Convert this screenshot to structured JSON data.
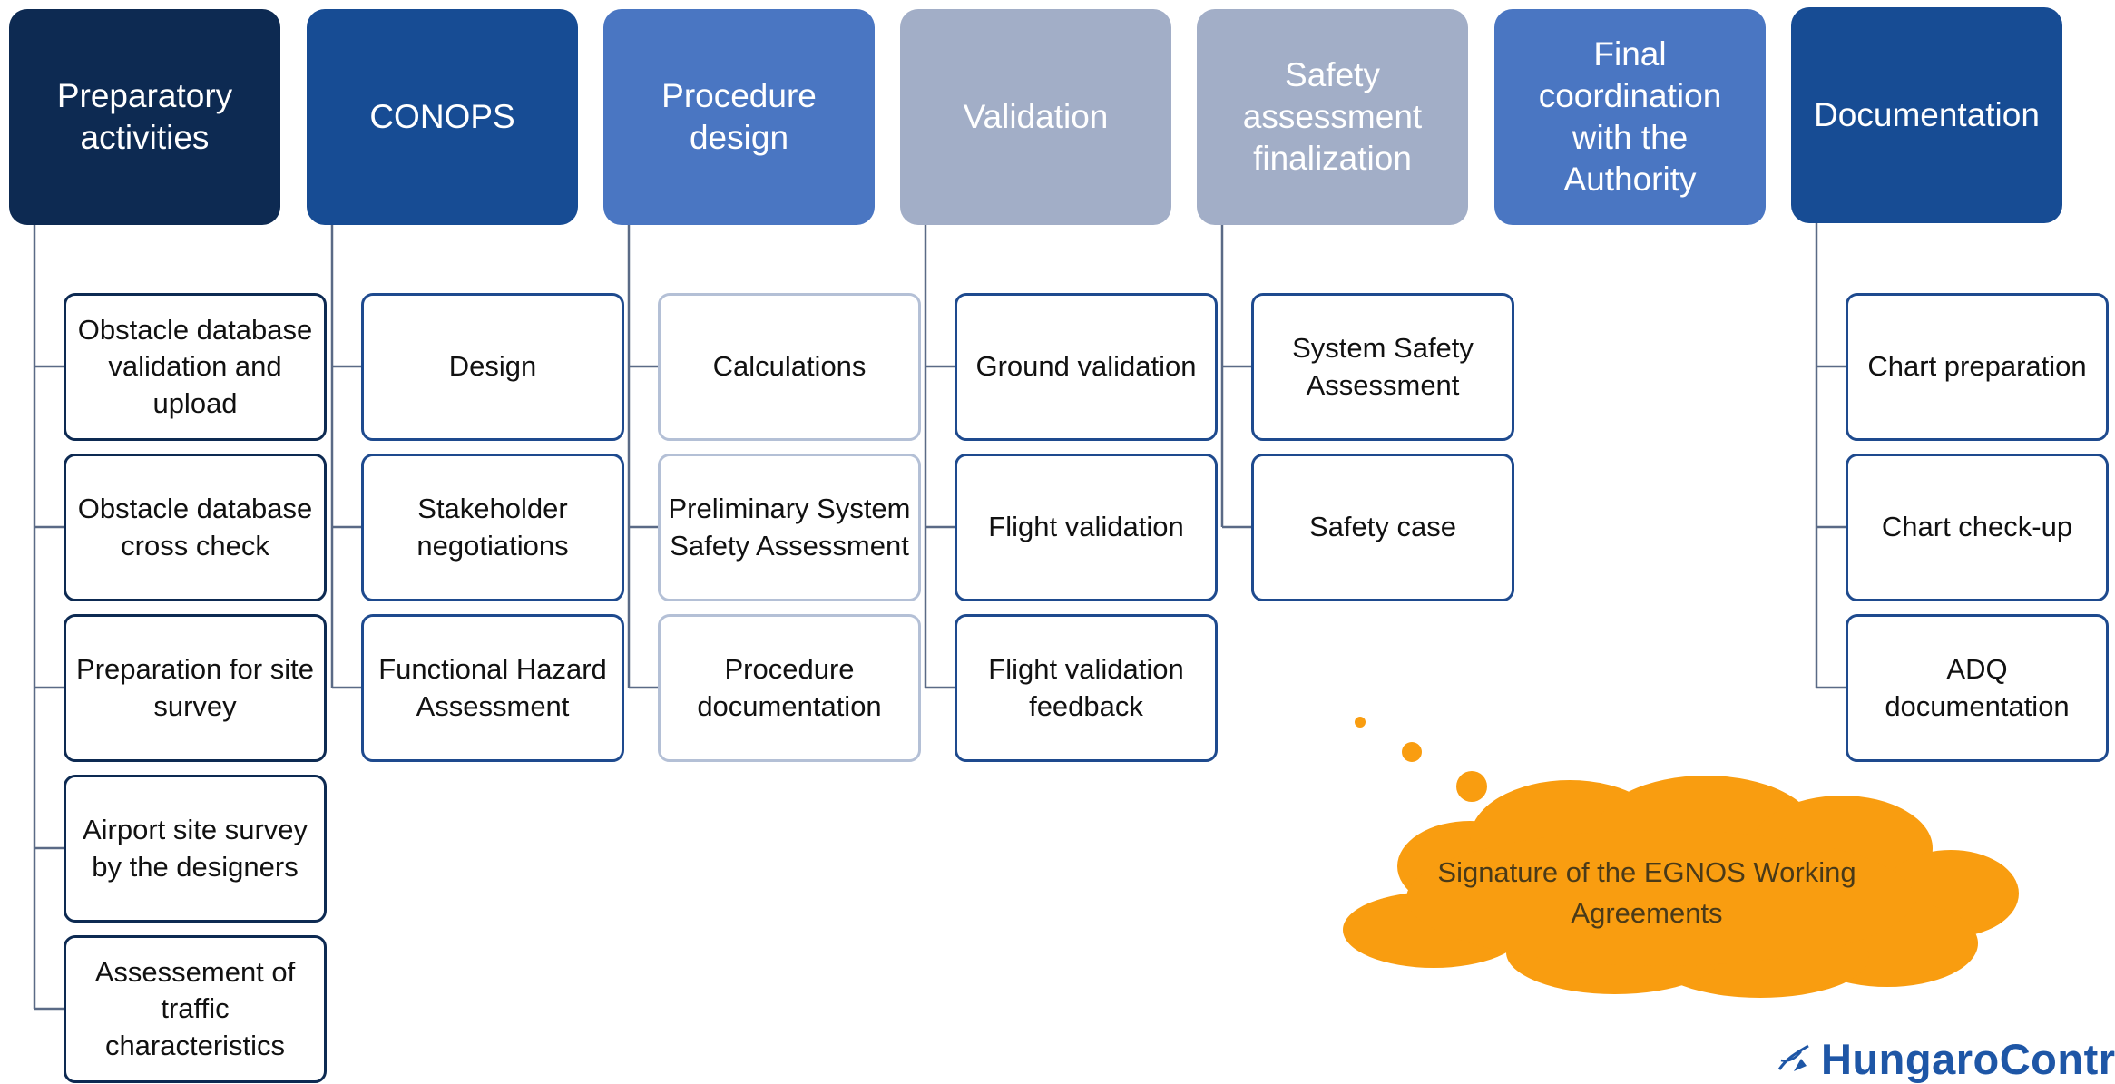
{
  "phases": [
    {
      "title": "Preparatory activities",
      "color": "#0d2a52",
      "tasks": [
        "Obstacle database validation and upload",
        "Obstacle database cross check",
        "Preparation for site survey",
        "Airport site survey by the designers",
        "Assessement of traffic characteristics"
      ]
    },
    {
      "title": "CONOPS",
      "color": "#174c94",
      "tasks": [
        "Design",
        "Stakeholder negotiations",
        "Functional Hazard Assessment"
      ]
    },
    {
      "title": "Procedure design",
      "color": "#4a76c2",
      "tasks": [
        "Calculations",
        "Preliminary System Safety Assessment",
        "Procedure documentation"
      ]
    },
    {
      "title": "Validation",
      "color": "#a2aec7",
      "tasks": [
        "Ground validation",
        "Flight validation",
        "Flight validation feedback"
      ]
    },
    {
      "title": "Safety assessment finalization",
      "color": "#a2aec7",
      "tasks": [
        "System Safety Assessment",
        "Safety case"
      ]
    },
    {
      "title": "Final coordination with the Authority",
      "color": "#4a76c2",
      "tasks": []
    },
    {
      "title": "Documentation",
      "color": "#174c94",
      "tasks": [
        "Chart preparation",
        "Chart check-up",
        "ADQ documentation"
      ]
    }
  ],
  "callout": {
    "text": "Signature of the EGNOS Working Agreements",
    "color": "#f99d10"
  },
  "logo": {
    "text": "HungaroControl",
    "icon": "plane-swirl-icon",
    "color": "#1e56a6"
  }
}
